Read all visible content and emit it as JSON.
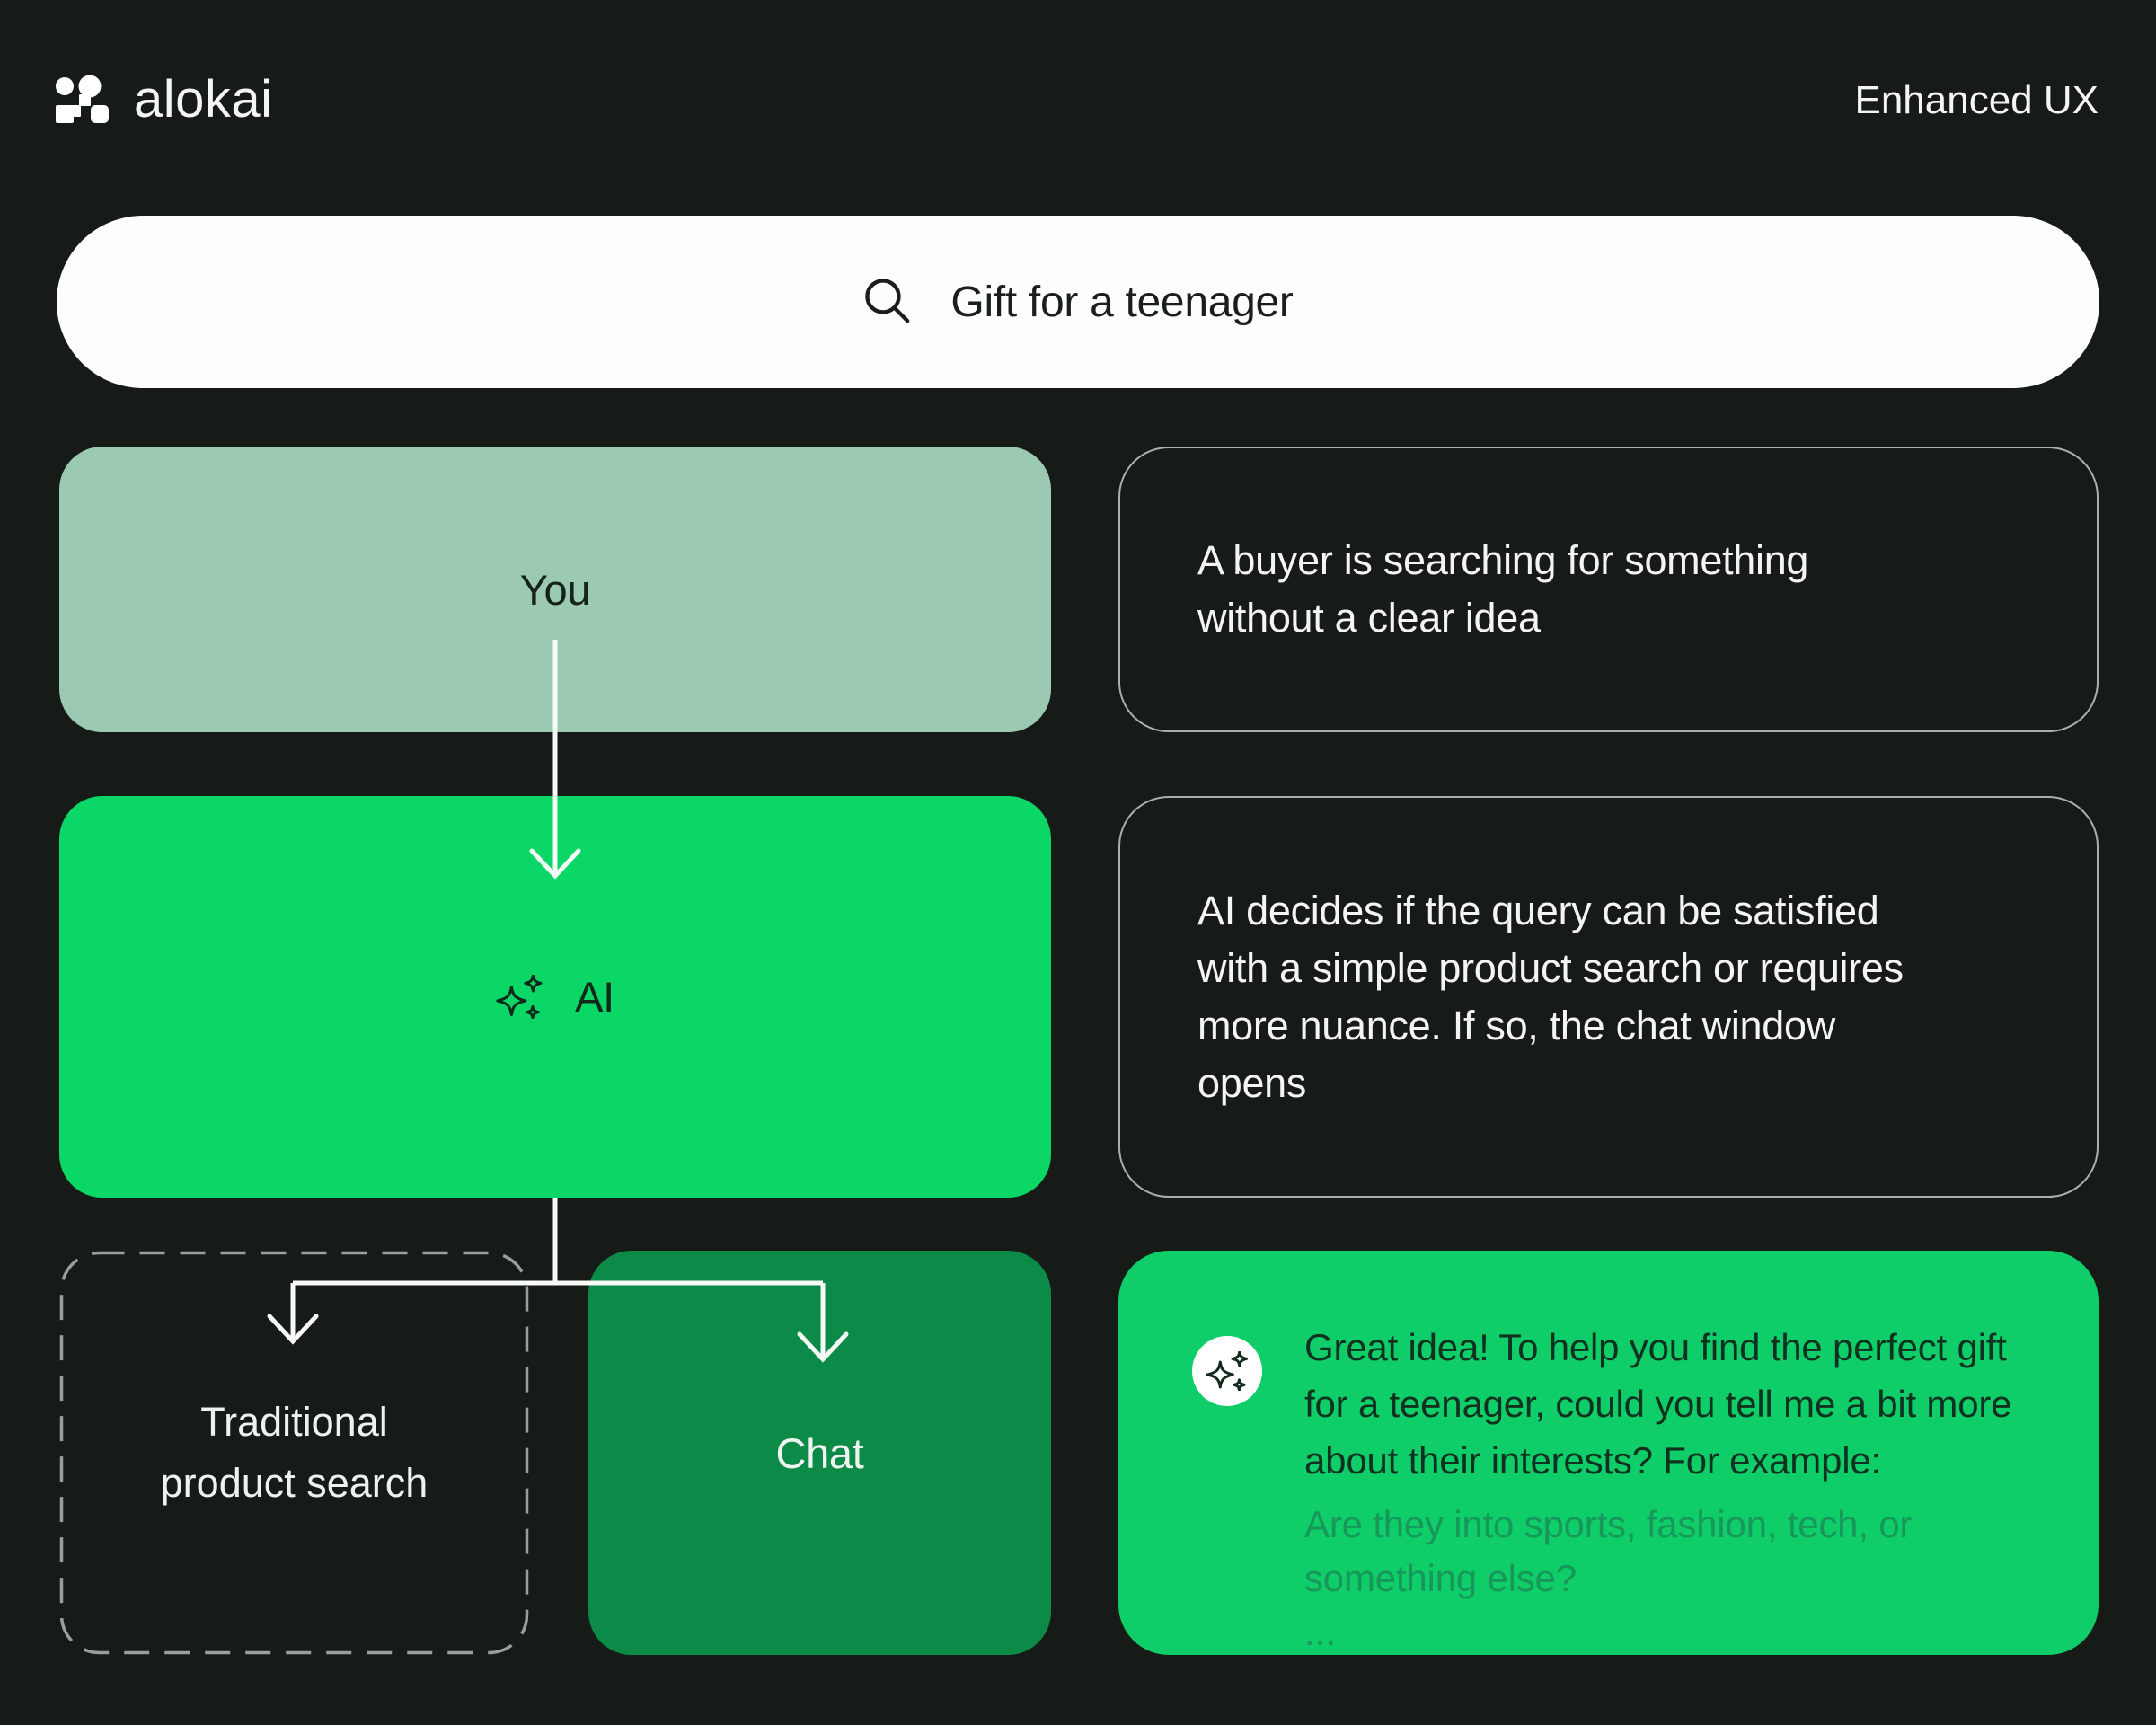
{
  "colors": {
    "background": "#171B18",
    "bright_green": "#0BD767",
    "message_green": "#0FCE69",
    "dark_green": "#0B8A48",
    "sage_green": "#9BC9B2",
    "text_light": "#F3F6F3",
    "text_dark": "#15241B",
    "muted_green_text": "#17975A",
    "note_border": "#A9B0AA",
    "dashed_border": "#98A09A",
    "search_background": "#FCFDFC",
    "arrow": "#F8FAF8"
  },
  "header": {
    "brand": "alokai",
    "brand_icon": "alokai-logo-icon",
    "tagline": "Enhanced UX"
  },
  "search": {
    "icon": "search-icon",
    "query": "Gift for a teenager"
  },
  "flow": {
    "you_label": "You",
    "ai_label": "AI",
    "ai_icon": "sparkles-icon",
    "traditional_lines": [
      "Traditional",
      "product search"
    ],
    "chat_label": "Chat"
  },
  "annotations": [
    {
      "lines": [
        "A buyer is searching for something",
        "without a clear idea"
      ]
    },
    {
      "lines": [
        "AI decides if the query can be satisfied",
        "with a simple product search or requires",
        "more nuance. If so, the chat window",
        "opens"
      ]
    }
  ],
  "chat_message": {
    "avatar_icon": "sparkles-icon",
    "main_lines": [
      "Great idea! To help you find the perfect gift",
      "for a teenager, could you tell me a bit more",
      "about their interests? For example:"
    ],
    "followup_lines": [
      "Are they into sports, fashion, tech, or",
      "something else?"
    ],
    "ellipsis": "..."
  }
}
